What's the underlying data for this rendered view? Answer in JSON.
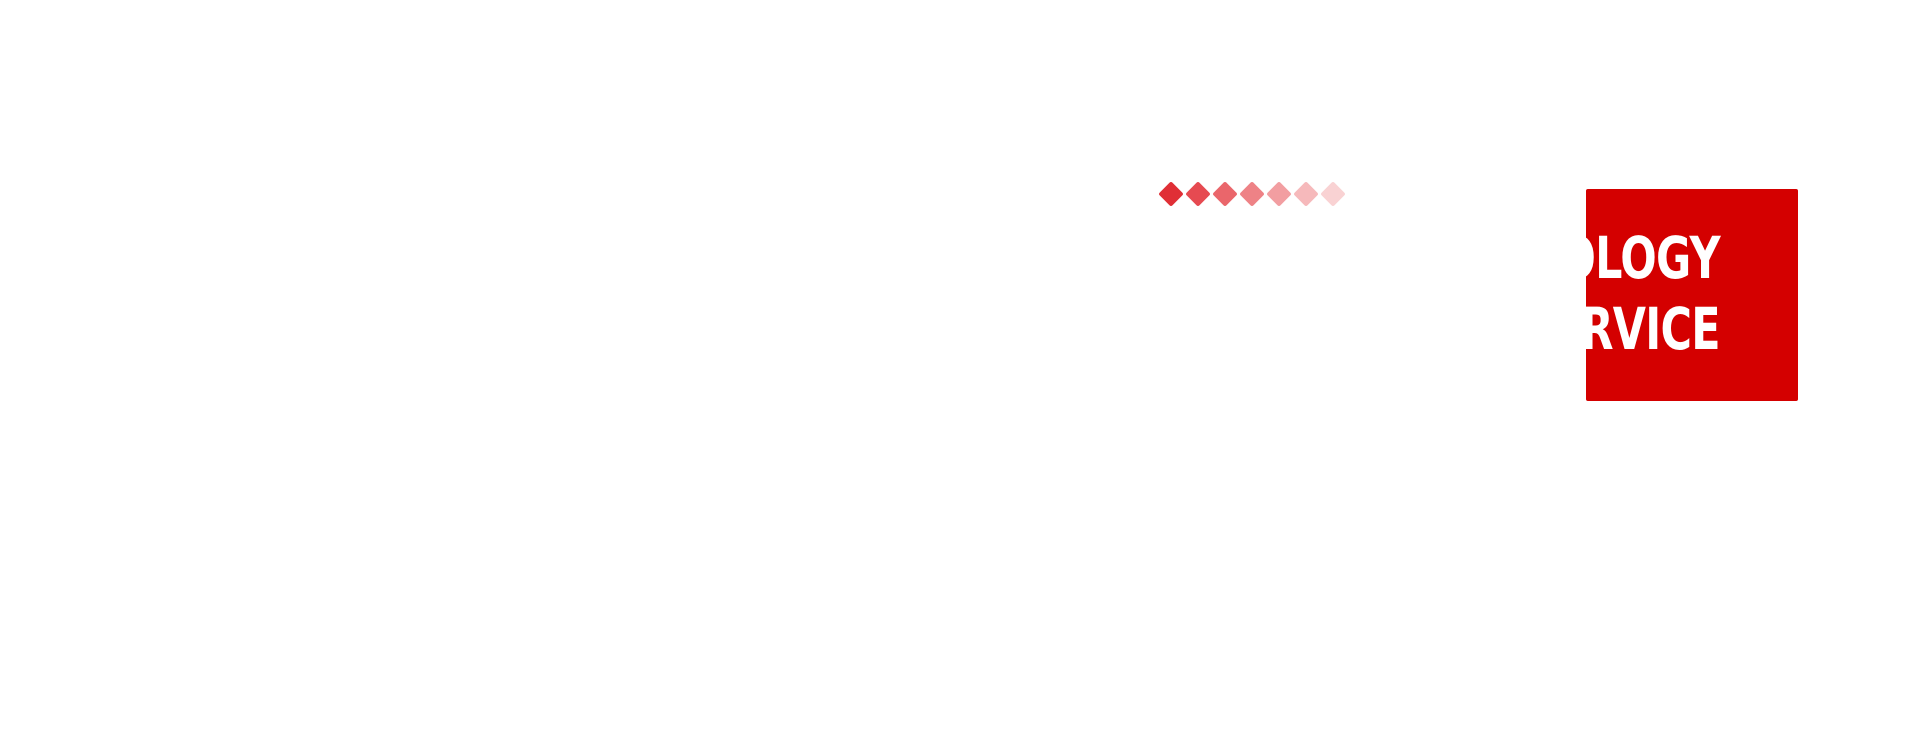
{
  "colors": {
    "background": "#ffffff",
    "accent": "#d40000",
    "text_on_accent": "#ffffff",
    "diamonds": [
      "#e02f36",
      "#e64a51",
      "#ea666b",
      "#ee8286",
      "#f29ea1",
      "#f6b9bb",
      "#f9d2d3"
    ]
  },
  "decoration": {
    "icon": "diamond-icon",
    "count": 7
  },
  "banner": {
    "line1": "OLOGY",
    "line2": "RVICE"
  }
}
